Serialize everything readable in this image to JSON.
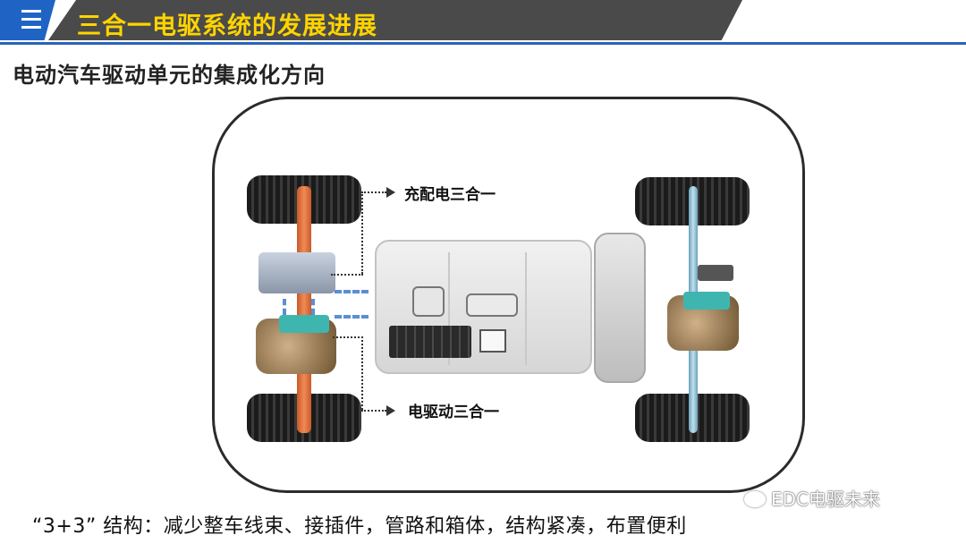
{
  "header": {
    "title": "三合一电驱系统的发展进展",
    "menu_icon": "menu-icon",
    "colors": {
      "title_text": "#ffd400",
      "band": "#4a4a4a",
      "accent": "#1f64c4"
    }
  },
  "subtitle": "电动汽车驱动单元的集成化方向",
  "diagram": {
    "label_charging": "充配电三合一",
    "label_drive": "电驱动三合一"
  },
  "footer": {
    "caption": "“3+3” 结构：减少整车线束、接插件，管路和箱体，结构紧凑，布置便利"
  },
  "watermark": {
    "text": "EDC电驱未来",
    "icon": "wechat-icon"
  }
}
